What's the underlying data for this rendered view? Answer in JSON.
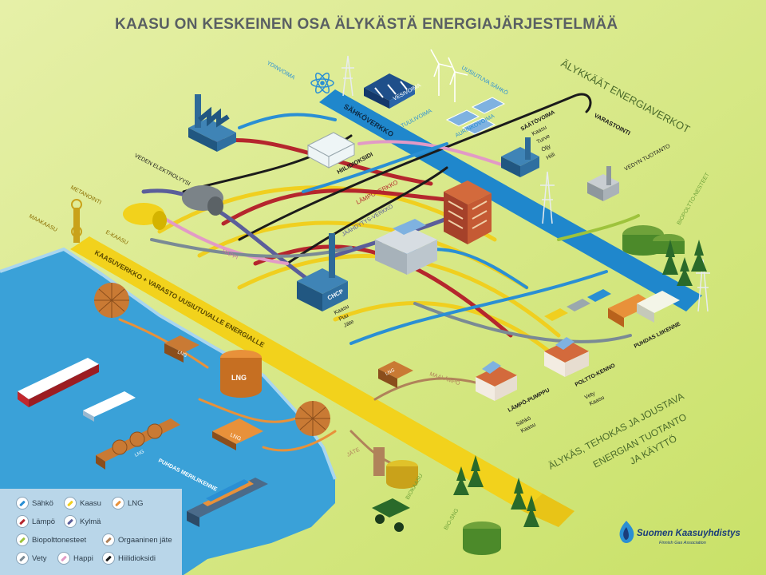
{
  "title": "KAASU ON KESKEINEN OSA ÄLYKÄSTÄ ENERGIAJÄRJESTELMÄÄ",
  "colors": {
    "sahko": "#2a8fd4",
    "kaasu": "#f0cf1f",
    "lng": "#e8913a",
    "lampo": "#b5262d",
    "kylma": "#5b5e9a",
    "biopolttonesteet": "#9ec33c",
    "orgaaninen_jate": "#b0825a",
    "vety": "#7a8a95",
    "happi": "#e29ac6",
    "hiilidioksidi": "#1b1b1b",
    "sea": "#3aa1d8",
    "land": "#d9ec8a"
  },
  "networks": {
    "sahkoverkko": "SÄHKÖVERKKO",
    "kaasuverkko": "KAASUVERKKO + VARASTO UUSIUTUVALLE ENERGIALLE",
    "lampoverkko": "LÄMPÖVERKKO",
    "jaahdytysverkko": "JÄÄHDYTYS-VERKKO",
    "hiilidioksidi": "HIILIDIOKSIDI",
    "happi": "HAPPI",
    "ekaasu": "E-KAASU",
    "maakaasu": "MAAKAASU",
    "metanointi": "METANOINTI",
    "varastointi": "VARASTOINTI"
  },
  "sources": {
    "ydinvoima": "YDINVOIMA",
    "vesivoima": "VESIVOIMA",
    "tuulivoima": "TUULIVOIMA",
    "uusiutuva": "UUSIUTUVA SÄHKÖ",
    "aurinkovoima": "AURINKOVOIMA",
    "saatovoima_title": "SÄÄTÖVOIMA",
    "saatovoima_items": [
      "Kaasu",
      "Turve",
      "Öljy",
      "Hiili"
    ],
    "veden_elektrolyysi": "VEDEN ELEKTROLYYSI",
    "vedyn_tuotanto": "VEDYN TUOTANTO",
    "biopolttonesteet": "BIOPOLTTO-NESTEET"
  },
  "plants": {
    "chcp": "CHCP",
    "chcp_items": [
      "Kaasu",
      "Puu",
      "Jäte"
    ],
    "lng_tank": "LNG",
    "lng_truck": "LNG",
    "lng_ship": "LNG",
    "lng_barge": "LNG",
    "lng_small": "LNG"
  },
  "consumers": {
    "maalampo": "MAALÄMPÖ",
    "lampopumppu_title": "LÄMPÖ-PUMPPU",
    "lampopumppu_items": [
      "Sähkö",
      "Kaasu"
    ],
    "polttokenno_title": "POLTTO-KENNO",
    "polttokenno_items": [
      "Vety",
      "Kaasu"
    ],
    "puhdas_liikenne": "PUHDAS LIIKENNE",
    "puhdas_meriliikenne": "PUHDAS MERILIIKENNE"
  },
  "bio": {
    "jate": "JÄTE",
    "biokaasu": "BIOKAASU",
    "biosng": "BIO-SNG"
  },
  "side_labels": {
    "alykkaat": "ÄLYKKÄÄT ENERGIAVERKOT",
    "alykas_line1": "ÄLYKÄS, TEHOKAS JA JOUSTAVA",
    "alykas_line2": "ENERGIAN TUOTANTO",
    "alykas_line3": "JA KÄYTTÖ"
  },
  "legend": [
    {
      "label": "Sähkö",
      "color": "#2a8fd4"
    },
    {
      "label": "Kaasu",
      "color": "#f0cf1f"
    },
    {
      "label": "LNG",
      "color": "#e8913a"
    },
    {
      "label": "Lämpö",
      "color": "#b5262d"
    },
    {
      "label": "Kylmä",
      "color": "#5b5e9a"
    },
    {
      "label": "Biopolttonesteet",
      "color": "#9ec33c"
    },
    {
      "label": "Orgaaninen jäte",
      "color": "#b0825a"
    },
    {
      "label": "Vety",
      "color": "#7a8a95"
    },
    {
      "label": "Happi",
      "color": "#e29ac6"
    },
    {
      "label": "Hiilidioksidi",
      "color": "#1b1b1b"
    }
  ],
  "logo": {
    "name": "Suomen Kaasuyhdistys",
    "subtitle": "Finnish Gas Association"
  }
}
